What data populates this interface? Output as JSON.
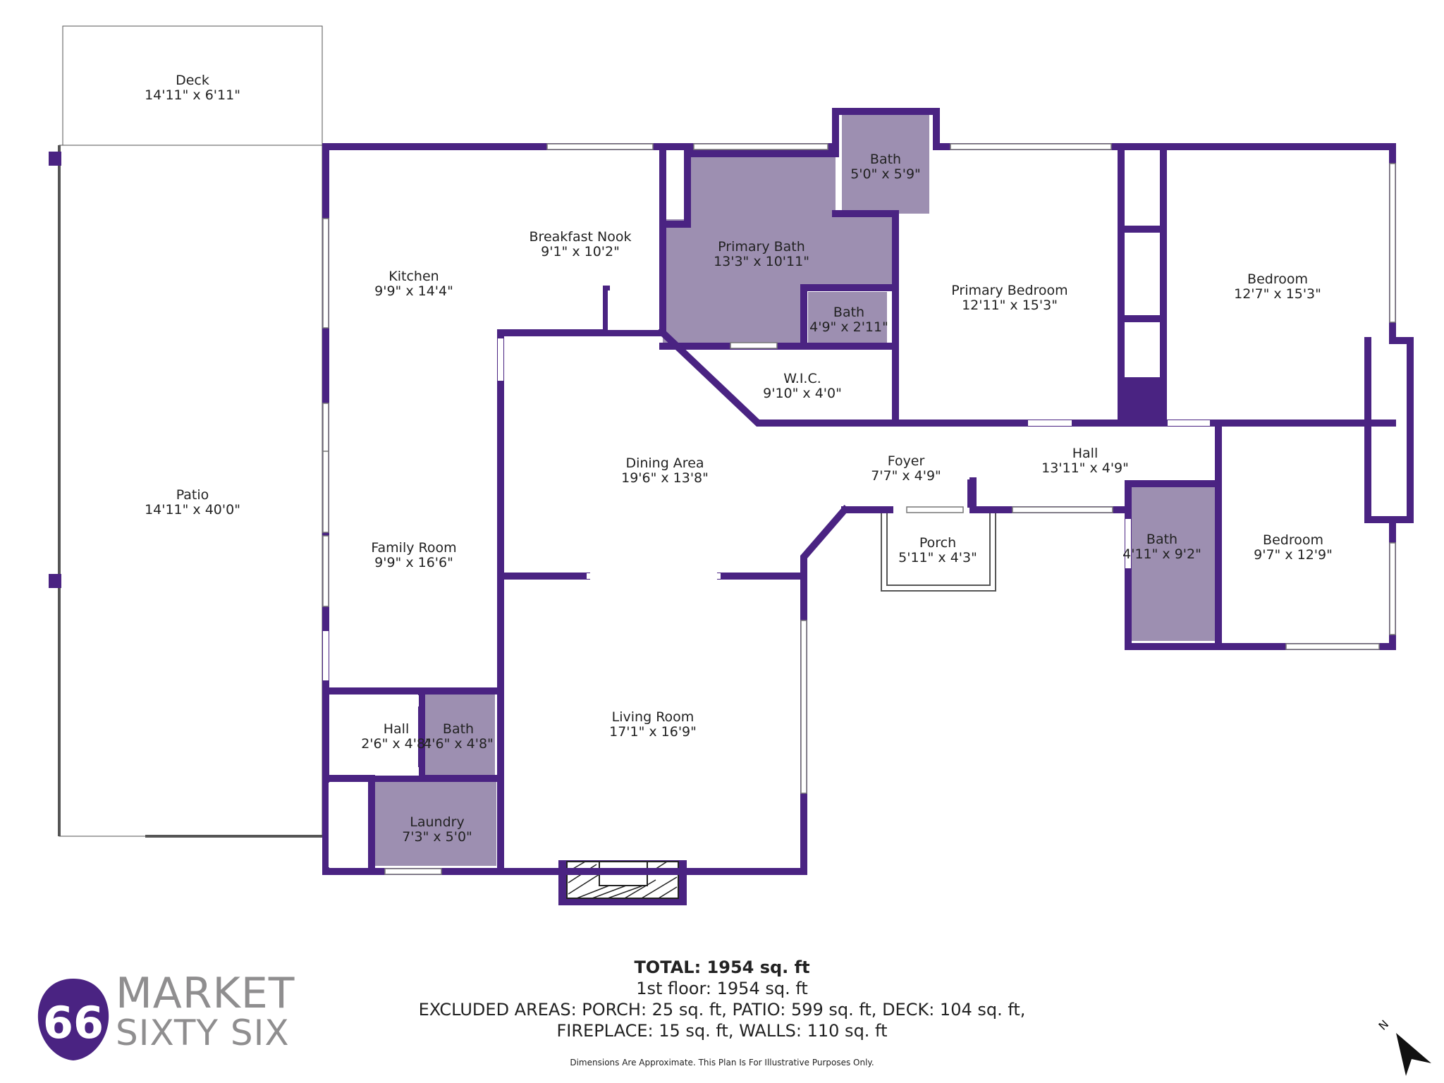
{
  "colors": {
    "wall": "#4a2382",
    "fill_bath": "#9d8fb1",
    "line": "#555555"
  },
  "rooms": {
    "deck": {
      "name": "Deck",
      "dims": "14'11\" x 6'11\""
    },
    "patio": {
      "name": "Patio",
      "dims": "14'11\" x 40'0\""
    },
    "kitchen": {
      "name": "Kitchen",
      "dims": "9'9\" x 14'4\""
    },
    "breakfast_nook": {
      "name": "Breakfast Nook",
      "dims": "9'1\" x 10'2\""
    },
    "primary_bath": {
      "name": "Primary Bath",
      "dims": "13'3\" x 10'11\""
    },
    "bath_top": {
      "name": "Bath",
      "dims": "5'0\" x 5'9\""
    },
    "bath_small": {
      "name": "Bath",
      "dims": "4'9\" x 2'11\""
    },
    "primary_bedroom": {
      "name": "Primary Bedroom",
      "dims": "12'11\" x 15'3\""
    },
    "bedroom_ne": {
      "name": "Bedroom",
      "dims": "12'7\" x 15'3\""
    },
    "wic": {
      "name": "W.I.C.",
      "dims": "9'10\" x 4'0\""
    },
    "dining_area": {
      "name": "Dining Area",
      "dims": "19'6\" x 13'8\""
    },
    "foyer": {
      "name": "Foyer",
      "dims": "7'7\" x 4'9\""
    },
    "hall_east": {
      "name": "Hall",
      "dims": "13'11\" x 4'9\""
    },
    "bath_east": {
      "name": "Bath",
      "dims": "4'11\" x 9'2\""
    },
    "bedroom_se": {
      "name": "Bedroom",
      "dims": "9'7\" x 12'9\""
    },
    "porch": {
      "name": "Porch",
      "dims": "5'11\" x 4'3\""
    },
    "family_room": {
      "name": "Family Room",
      "dims": "9'9\" x 16'6\""
    },
    "living_room": {
      "name": "Living Room",
      "dims": "17'1\" x 16'9\""
    },
    "hall_west": {
      "name": "Hall",
      "dims": "2'6\" x 4'8\""
    },
    "bath_west": {
      "name": "Bath",
      "dims": "4'6\" x 4'8\""
    },
    "laundry": {
      "name": "Laundry",
      "dims": "7'3\" x 5'0\""
    }
  },
  "summary": {
    "total": "TOTAL: 1954 sq. ft",
    "floor": "1st floor: 1954 sq. ft",
    "excluded": "EXCLUDED AREAS: PORCH: 25 sq. ft, PATIO: 599 sq. ft, DECK: 104 sq. ft,",
    "excluded_cont": "FIREPLACE: 15 sq. ft, WALLS: 110 sq. ft",
    "disclaimer": "Dimensions Are Approximate. This Plan Is For Illustrative Purposes Only."
  },
  "brand": {
    "mark": "66",
    "line1": "MARKET",
    "line2": "SIXTY SIX"
  },
  "compass": {
    "label": "N"
  }
}
